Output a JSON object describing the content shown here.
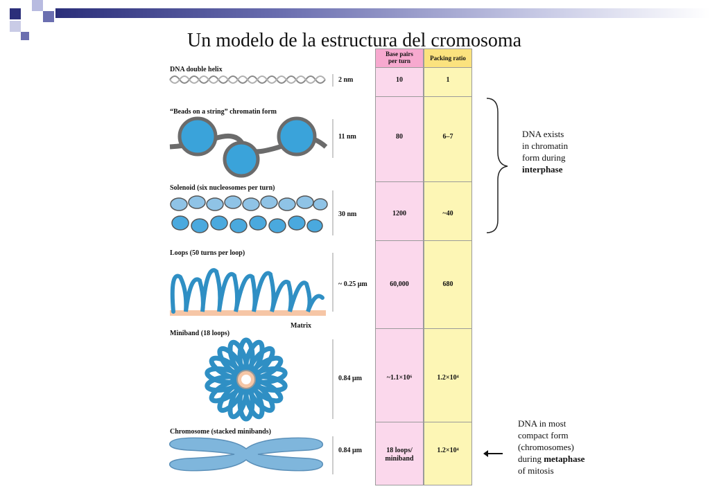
{
  "title": "Un modelo de la estructura del cromosoma",
  "table": {
    "header_base_pairs": "Base pairs per turn",
    "header_packing": "Packing ratio"
  },
  "stages": [
    {
      "label": "DNA double helix",
      "dimension": "2 nm",
      "base_pairs": "10",
      "packing": "1"
    },
    {
      "label": "“Beads on a string” chromatin form",
      "dimension": "11 nm",
      "base_pairs": "80",
      "packing": "6–7"
    },
    {
      "label": "Solenoid (six nucleosomes per turn)",
      "dimension": "30 nm",
      "base_pairs": "1200",
      "packing": "~40"
    },
    {
      "label": "Loops (50 turns per loop)",
      "dimension": "~ 0.25 μm",
      "base_pairs": "60,000",
      "packing": "680"
    },
    {
      "label": "Miniband (18 loops)",
      "dimension": "0.84 μm",
      "base_pairs": "~1.1×10⁶",
      "packing": "1.2×10⁴"
    },
    {
      "label": "Chromosome (stacked minibands)",
      "dimension": "0.84 μm",
      "base_pairs": "18 loops/ miniband",
      "packing": "1.2×10⁴"
    }
  ],
  "matrix_label": "Matrix",
  "note_interphase": {
    "line1": "DNA exists",
    "line2": "in chromatin",
    "line3": "form during",
    "bold": "interphase"
  },
  "note_metaphase": {
    "line1": "DNA in most",
    "line2": "compact form",
    "line3": "(chromosomes)",
    "line4_pre": "during ",
    "line4_bold": "metaphase",
    "line5": "of mitosis"
  }
}
